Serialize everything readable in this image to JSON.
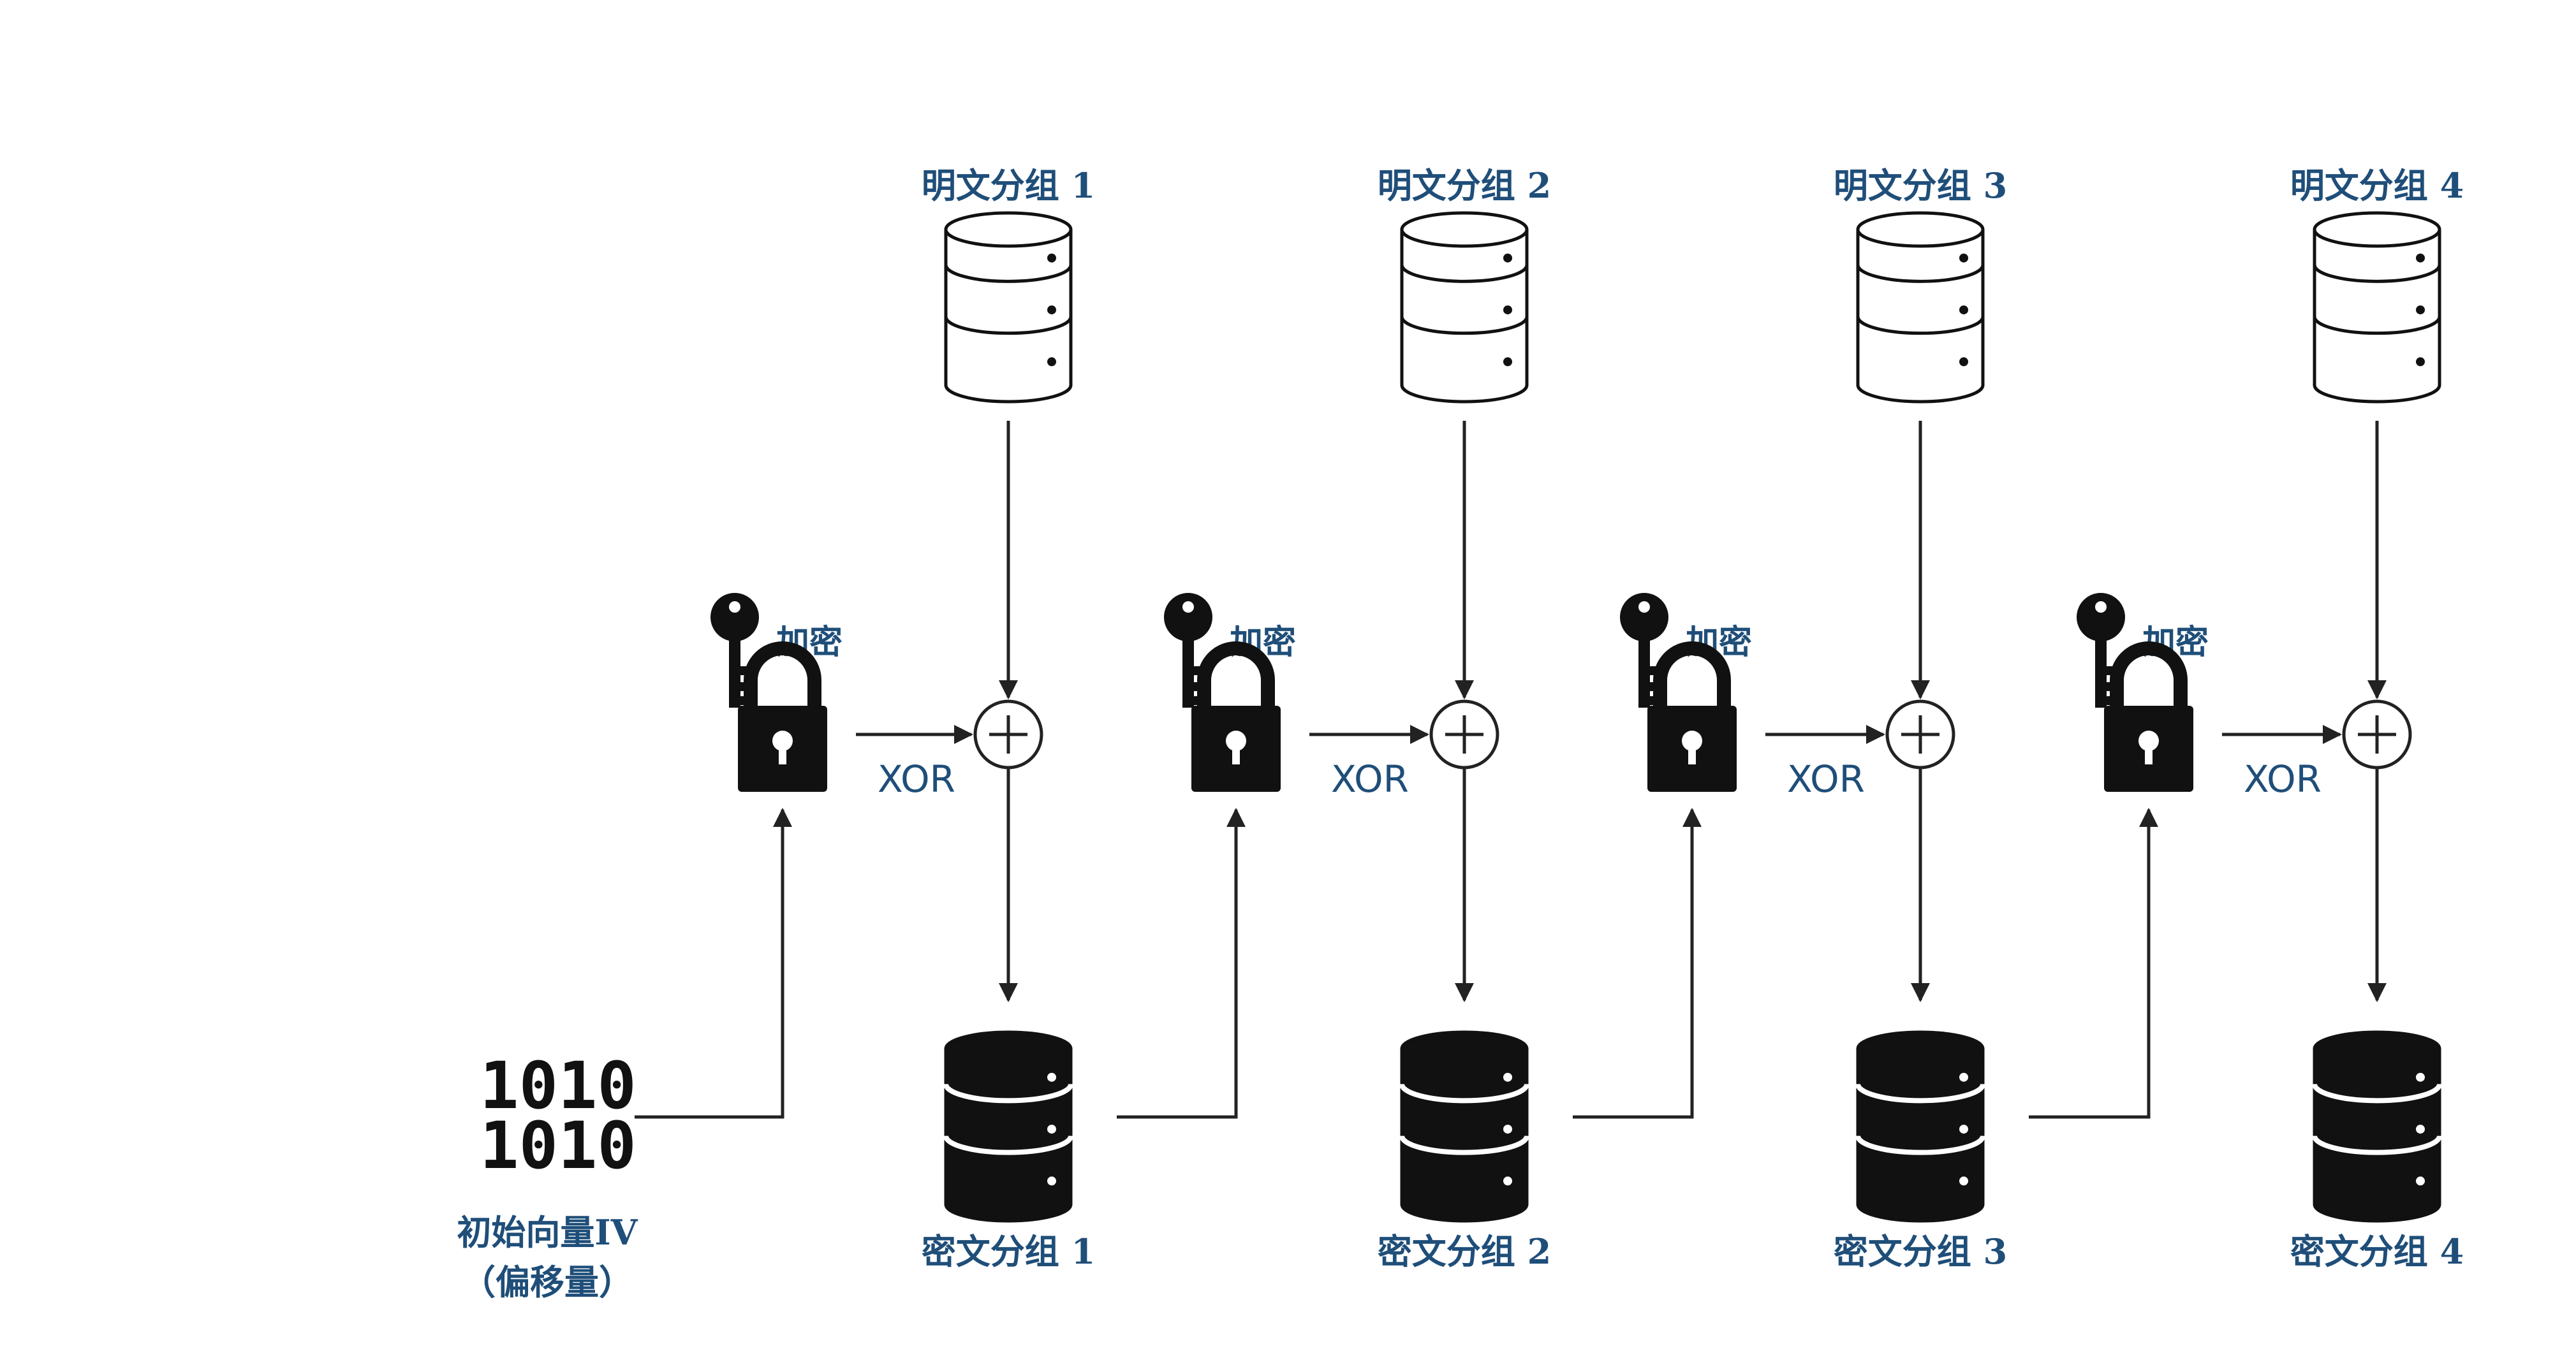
{
  "colors": {
    "label": "#1f4e79",
    "line": "#222222",
    "icon": "#111111",
    "background": "#ffffff"
  },
  "stages": [
    {
      "plaintext_label": "明文分组 1",
      "ciphertext_label": "密文分组 1",
      "encrypt_label": "加密",
      "xor_label": "XOR"
    },
    {
      "plaintext_label": "明文分组 2",
      "ciphertext_label": "密文分组 2",
      "encrypt_label": "加密",
      "xor_label": "XOR"
    },
    {
      "plaintext_label": "明文分组 3",
      "ciphertext_label": "密文分组 3",
      "encrypt_label": "加密",
      "xor_label": "XOR"
    },
    {
      "plaintext_label": "明文分组 4",
      "ciphertext_label": "密文分组 4",
      "encrypt_label": "加密",
      "xor_label": "XOR"
    }
  ],
  "iv": {
    "bits_line1": "1010",
    "bits_line2": "1010",
    "label_line1": "初始向量IV",
    "label_line2": "（偏移量）"
  },
  "icons": {
    "plaintext_block": "database-outline-icon",
    "ciphertext_block": "database-filled-icon",
    "key": "key-icon",
    "lock": "padlock-icon",
    "xor": "circled-plus-icon"
  }
}
